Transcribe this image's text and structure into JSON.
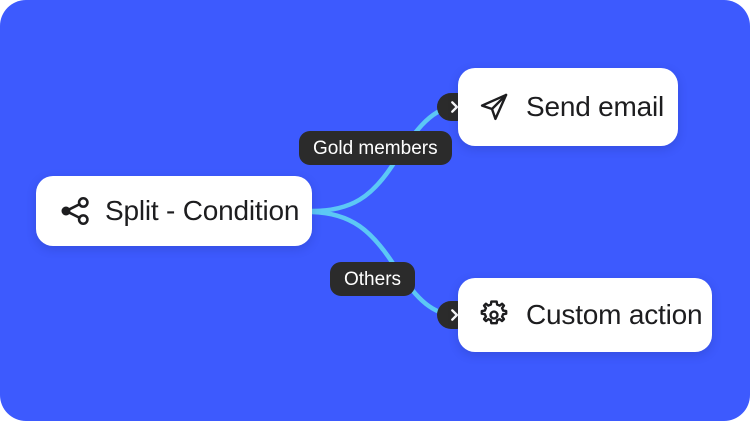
{
  "canvas": {
    "background_color": "#3D5AFE",
    "corner_radius": "26px"
  },
  "theme": {
    "accent_blue": "#3D5AFE",
    "connector_color": "#5CC8F5",
    "card_background": "#FFFFFF",
    "card_text": "#1D1D1F",
    "pill_background": "#2B2B2B",
    "pill_text": "#FFFFFF"
  },
  "nodes": [
    {
      "id": "split-condition",
      "label": "Split - Condition",
      "icon": "split-share-icon"
    },
    {
      "id": "send-email",
      "label": "Send email",
      "icon": "paper-plane-icon"
    },
    {
      "id": "custom-action",
      "label": "Custom action",
      "icon": "gear-icon"
    }
  ],
  "edges": [
    {
      "id": "edge-gold-members",
      "label": "Gold members",
      "from": "split-condition",
      "to": "send-email",
      "arrow_icon": "chevron-right-icon"
    },
    {
      "id": "edge-others",
      "label": "Others",
      "from": "split-condition",
      "to": "custom-action",
      "arrow_icon": "chevron-right-icon"
    }
  ]
}
